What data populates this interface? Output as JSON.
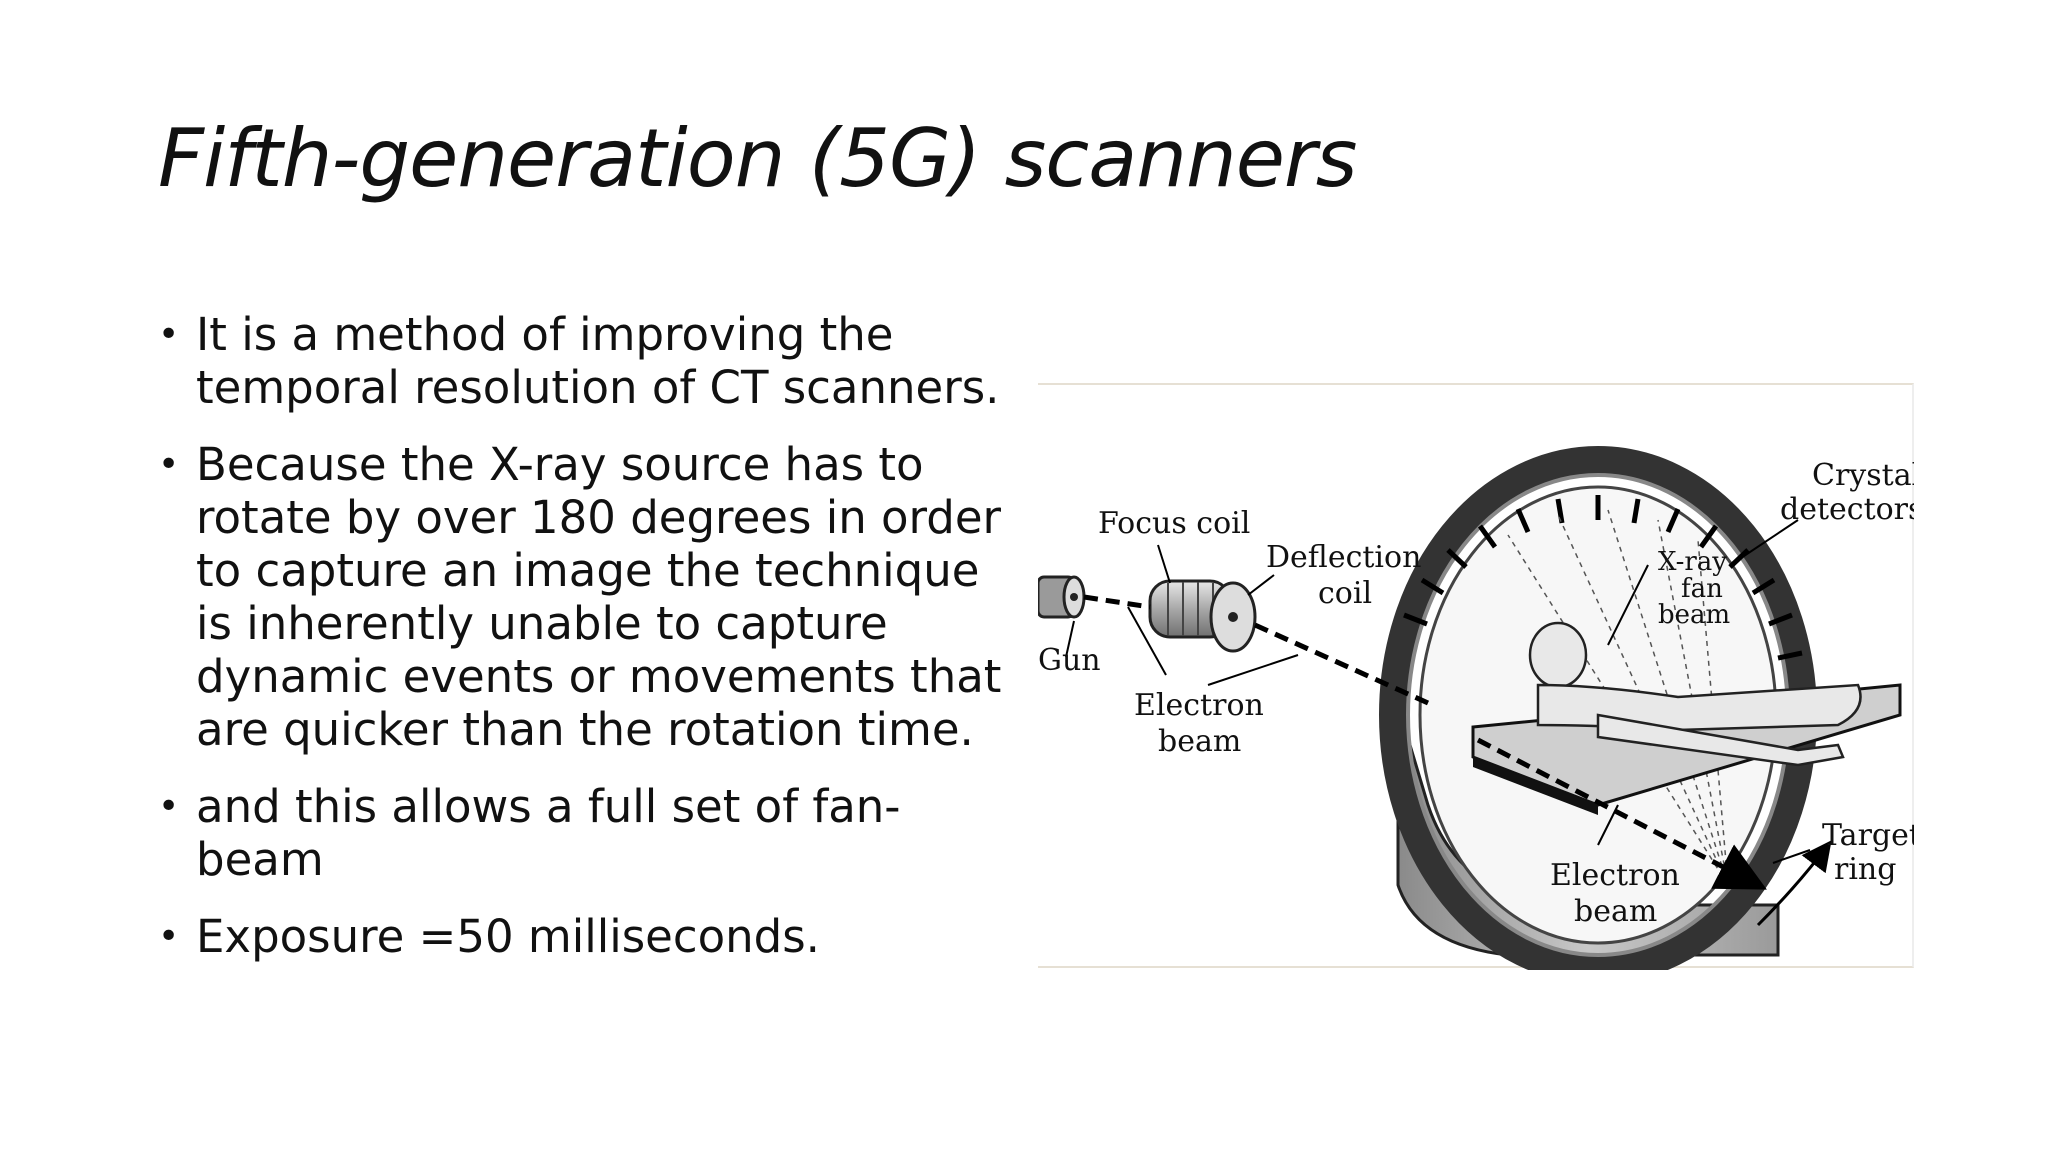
{
  "slide": {
    "title": "Fifth-generation (5G) scanners",
    "bullets": [
      " It is a method of improving the\ntemporal resolution of CT scanners.",
      " Because the X-ray source has to\nrotate by over 180 degrees in order\nto capture an image the technique\nis inherently unable to capture\ndynamic events or movements that\nare quicker than the rotation time.",
      "and this allows a full set of fan-\nbeam",
      "Exposure =50 milliseconds."
    ]
  },
  "diagram": {
    "labels": {
      "gun": "Gun",
      "focus_coil": "Focus coil",
      "deflection_coil_1": "Deflection",
      "deflection_coil_2": "coil",
      "electron_beam_left_1": "Electron",
      "electron_beam_left_2": "beam",
      "xray_1": "X-ray",
      "xray_2": "fan",
      "xray_3": "beam",
      "crystal_1": "Crystal",
      "crystal_2": "detectors",
      "target_1": "Target",
      "target_2": "ring",
      "electron_beam_bottom_1": "Electron",
      "electron_beam_bottom_2": "beam"
    }
  }
}
